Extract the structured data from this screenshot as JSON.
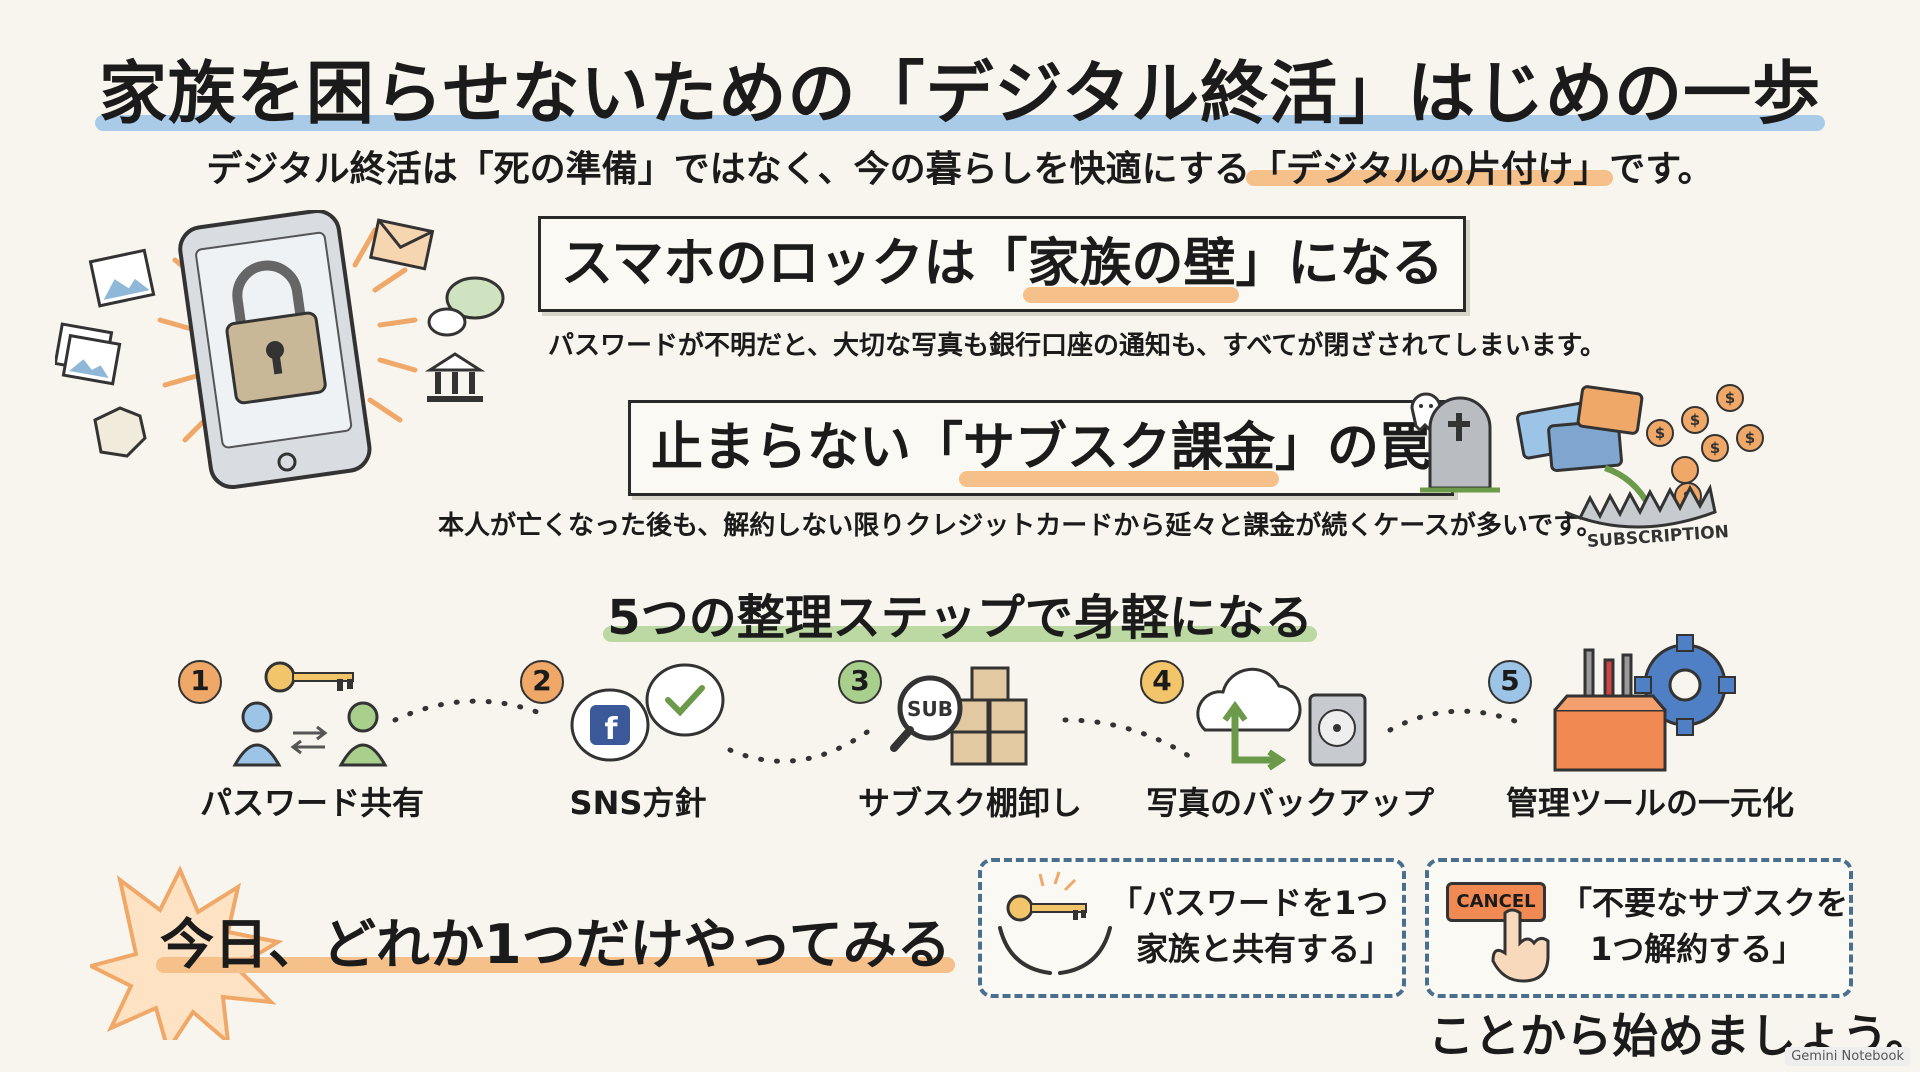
{
  "header": {
    "title": "家族を困らせないための「デジタル終活」はじめの一歩",
    "subtitle_a": "デジタル終活は「死の準備」ではなく、今の暮らしを快適にする",
    "subtitle_b": "「デジタルの片付け」",
    "subtitle_c": "です。"
  },
  "section1": {
    "heading_a": "スマホのロックは「",
    "heading_b": "家族の壁",
    "heading_c": "」になる",
    "description": "パスワードが不明だと、大切な写真も銀行口座の通知も、すべてが閉ざされてしまいます。"
  },
  "section2": {
    "heading_a": "止まらない「",
    "heading_b": "サブスク課金",
    "heading_c": "」の罠",
    "description": "本人が亡くなった後も、解約しない限りクレジットカードから延々と課金が続くケースが多いです。",
    "trap_label": "SUBSCRIPTION",
    "dollar_sign": "$"
  },
  "steps": {
    "title": "5つの整理ステップで身軽になる",
    "items": [
      {
        "number": "1",
        "label": "パスワード共有",
        "color": "#f0a868"
      },
      {
        "number": "2",
        "label": "SNS方針",
        "color": "#f0a868"
      },
      {
        "number": "3",
        "label": "サブスク棚卸し",
        "color": "#a8cf8c"
      },
      {
        "number": "4",
        "label": "写真のバックアップ",
        "color": "#f3c56b"
      },
      {
        "number": "5",
        "label": "管理ツールの一元化",
        "color": "#9cc4e6"
      }
    ],
    "sub_badge": "SUB",
    "fb_letter": "f"
  },
  "cta": {
    "text": "今日、どれか1つだけやってみる"
  },
  "actions": [
    {
      "line1": "「パスワードを1つ",
      "line2": "家族と共有する」"
    },
    {
      "line1": "「不要なサブスクを",
      "line2": "1つ解約する」",
      "badge": "CANCEL"
    }
  ],
  "closing": "ことから始めましょう。",
  "watermark": "Gemini Notebook",
  "colors": {
    "blue": "#a9cbe8",
    "orange": "#f6c08a",
    "green": "#bcd9a4",
    "dash": "#4a6f8e"
  }
}
